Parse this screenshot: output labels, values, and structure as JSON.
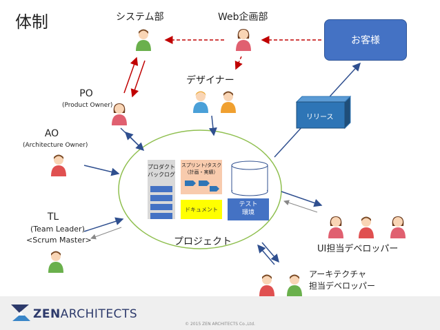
{
  "title": "体制",
  "customer": "お客様",
  "system_dept": "システム部",
  "web_dept": "Web企画部",
  "designer": "デザイナー",
  "po": {
    "name": "PO",
    "role": "(Product Owner)"
  },
  "ao": {
    "name": "AO",
    "role": "(Architecture Owner)"
  },
  "tl": {
    "name": "TL",
    "role1": "(Team Leader)",
    "role2": "<Scrum Master>"
  },
  "release": "リリース",
  "project": {
    "label": "プロジェクト",
    "backlog": [
      "プロダクト",
      "バックログ"
    ],
    "sprint": [
      "スプリント/タスク",
      "（計画・実績）"
    ],
    "document": "ドキュメント",
    "test_env": [
      "テスト",
      "環境"
    ]
  },
  "ui_dev": "UI担当デベロッパー",
  "arch_dev": [
    "アーキテクチャ",
    "担当デベロッパー"
  ],
  "footer": {
    "logo_part1": "ZEN",
    "logo_part2": "ARCHITECTS",
    "copyright": "© 2015 ZEN ARCHITECTS Co.,Ltd."
  },
  "colors": {
    "accent_blue": "#4472c4",
    "arrow_blue": "#2f4f8f",
    "arrow_red": "#c00000",
    "ellipse_green": "#8fbf4f",
    "release_teal": "#2e75b6",
    "doc_yellow": "#ffff00",
    "sprint_orange": "#f8cbad"
  },
  "icons": [
    "person-male-icon",
    "person-female-icon",
    "person-designer-icon",
    "zen-logo-icon"
  ]
}
